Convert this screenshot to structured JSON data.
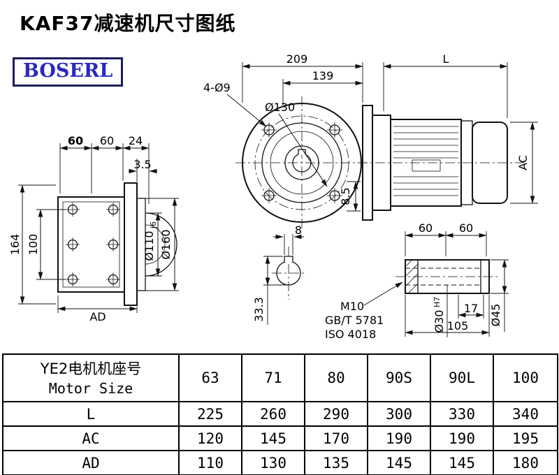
{
  "header": {
    "title": "KAF37减速机尺寸图纸",
    "logo": "BOSERL"
  },
  "drawing": {
    "front": {
      "dim_overall_width": "209",
      "dim_139": "139",
      "dim_motor_length": "L",
      "hole_callout": "4-Ø9",
      "bolt_circle": "Ø130",
      "dim_85": "8.5",
      "dim_motor_height": "AC"
    },
    "side_left": {
      "dim_60_1": "60",
      "dim_60_2": "60",
      "dim_24": "24",
      "dim_3_5": "3.5",
      "dim_164": "164",
      "dim_100": "100",
      "dim_ad": "AD",
      "dia_110": "Ø110",
      "dia_110_tol": "j6",
      "dia_160": "Ø160"
    },
    "section": {
      "dim_key_width": "8",
      "dim_key_depth": "33.3",
      "thread": "M10",
      "standard_gb": "GB/T 5781",
      "standard_iso": "ISO 4018"
    },
    "shaft": {
      "dim_60_1": "60",
      "dim_60_2": "60",
      "dim_17": "17",
      "dim_105": "105",
      "dia_30": "Ø30",
      "dia_30_tol": "H7",
      "dia_45": "Ø45"
    }
  },
  "table": {
    "header_cn": "YE2电机机座号",
    "header_en": "Motor Size",
    "sizes": [
      "63",
      "71",
      "80",
      "90S",
      "90L",
      "100"
    ],
    "rows": [
      {
        "label": "L",
        "values": [
          "225",
          "260",
          "290",
          "300",
          "330",
          "340"
        ]
      },
      {
        "label": "AC",
        "values": [
          "120",
          "145",
          "170",
          "190",
          "190",
          "195"
        ]
      },
      {
        "label": "AD",
        "values": [
          "110",
          "130",
          "135",
          "145",
          "145",
          "180"
        ]
      }
    ]
  }
}
